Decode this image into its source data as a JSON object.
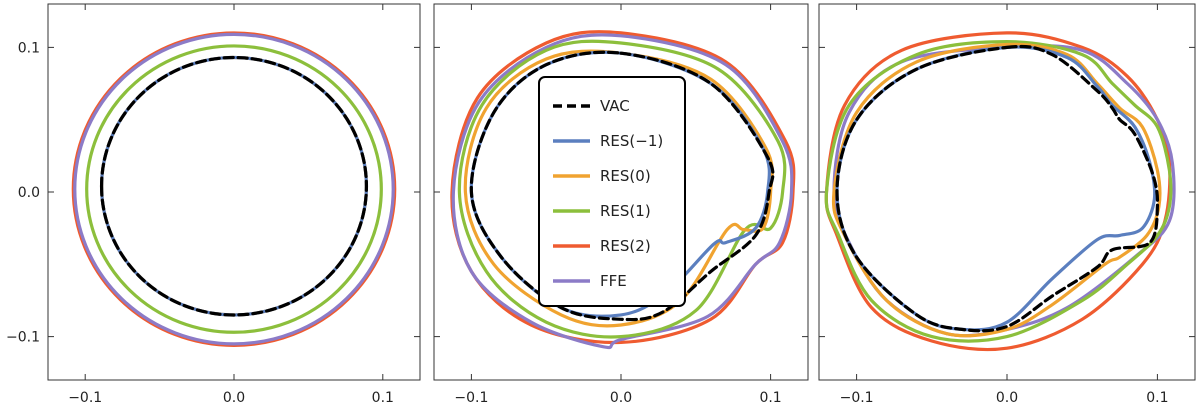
{
  "chart_data": [
    {
      "type": "line",
      "panel": "left",
      "xlim": [
        -0.125,
        0.125
      ],
      "ylim": [
        -0.13,
        0.13
      ],
      "xticks": [
        "-0.1",
        "0.0",
        "0.1"
      ],
      "yticks": [
        "0.1",
        "0.0",
        "-0.1"
      ],
      "xtick_values": [
        -0.1,
        0.0,
        0.1
      ],
      "ytick_values": [
        0.1,
        0.0,
        -0.1
      ],
      "grid": false,
      "legend": "none",
      "series": [
        {
          "name": "VAC",
          "color": "#000000",
          "dash": true,
          "center": [
            0.0,
            0.004
          ],
          "radius": 0.089
        },
        {
          "name": "RES(-1)",
          "color": "#5b7fbf",
          "center": [
            0.0,
            0.004
          ],
          "radius": 0.089
        },
        {
          "name": "RES(0)",
          "color": "#f0a330",
          "center": [
            0.0,
            0.004
          ],
          "radius": 0.089
        },
        {
          "name": "RES(1)",
          "color": "#8cbf3c",
          "center": [
            0.0,
            0.002
          ],
          "radius": 0.099
        },
        {
          "name": "RES(2)",
          "color": "#ef5b30",
          "center": [
            0.0,
            0.002
          ],
          "radius": 0.108
        },
        {
          "name": "FFE",
          "color": "#8c7bc7",
          "center": [
            0.0,
            0.002
          ],
          "radius": 0.107
        }
      ]
    },
    {
      "type": "line",
      "panel": "middle",
      "xlim": [
        -0.125,
        0.125
      ],
      "ylim": [
        -0.13,
        0.13
      ],
      "xticks": [
        "-0.1",
        "0.0",
        "0.1"
      ],
      "xtick_values": [
        -0.1,
        0.0,
        0.1
      ],
      "grid": false,
      "legend": "center",
      "legend_entries": [
        "VAC",
        "RES(−1)",
        "RES(0)",
        "RES(1)",
        "RES(2)",
        "FFE"
      ],
      "series": [
        {
          "name": "VAC",
          "color": "#000000",
          "dash": true,
          "points": [
            [
              0.0,
              0.096
            ],
            [
              0.06,
              0.075
            ],
            [
              0.098,
              0.024
            ],
            [
              0.099,
              0.0
            ],
            [
              0.09,
              -0.03
            ],
            [
              0.06,
              -0.055
            ],
            [
              0.028,
              -0.083
            ],
            [
              0.0,
              -0.088
            ],
            [
              -0.04,
              -0.08
            ],
            [
              -0.08,
              -0.045
            ],
            [
              -0.1,
              0.0
            ],
            [
              -0.085,
              0.055
            ],
            [
              -0.05,
              0.088
            ],
            [
              0.0,
              0.096
            ]
          ]
        },
        {
          "name": "RES(−1)",
          "color": "#5b7fbf",
          "points": [
            [
              0.0,
              0.096
            ],
            [
              0.06,
              0.075
            ],
            [
              0.095,
              0.03
            ],
            [
              0.098,
              0.0
            ],
            [
              0.09,
              -0.025
            ],
            [
              0.07,
              -0.035
            ],
            [
              0.062,
              -0.036
            ],
            [
              0.03,
              -0.07
            ],
            [
              0.0,
              -0.085
            ],
            [
              -0.04,
              -0.08
            ],
            [
              -0.08,
              -0.045
            ],
            [
              -0.1,
              0.0
            ],
            [
              -0.085,
              0.055
            ],
            [
              -0.05,
              0.088
            ],
            [
              0.0,
              0.096
            ]
          ]
        },
        {
          "name": "RES(0)",
          "color": "#f0a330",
          "points": [
            [
              0.0,
              0.096
            ],
            [
              0.06,
              0.078
            ],
            [
              0.097,
              0.03
            ],
            [
              0.1,
              0.0
            ],
            [
              0.095,
              -0.025
            ],
            [
              0.082,
              -0.026
            ],
            [
              0.071,
              -0.026
            ],
            [
              0.04,
              -0.075
            ],
            [
              0.0,
              -0.092
            ],
            [
              -0.04,
              -0.085
            ],
            [
              -0.085,
              -0.05
            ],
            [
              -0.104,
              0.0
            ],
            [
              -0.09,
              0.058
            ],
            [
              -0.05,
              0.092
            ],
            [
              0.0,
              0.096
            ]
          ]
        },
        {
          "name": "RES(1)",
          "color": "#8cbf3c",
          "points": [
            [
              0.0,
              0.103
            ],
            [
              0.065,
              0.085
            ],
            [
              0.105,
              0.035
            ],
            [
              0.108,
              0.0
            ],
            [
              0.1,
              -0.025
            ],
            [
              0.083,
              -0.026
            ],
            [
              0.05,
              -0.082
            ],
            [
              0.0,
              -0.1
            ],
            [
              -0.05,
              -0.09
            ],
            [
              -0.09,
              -0.055
            ],
            [
              -0.108,
              0.0
            ],
            [
              -0.093,
              0.06
            ],
            [
              -0.05,
              0.098
            ],
            [
              0.0,
              0.103
            ]
          ]
        },
        {
          "name": "RES(2)",
          "color": "#ef5b30",
          "points": [
            [
              0.0,
              0.11
            ],
            [
              0.07,
              0.09
            ],
            [
              0.11,
              0.035
            ],
            [
              0.115,
              0.0
            ],
            [
              0.108,
              -0.035
            ],
            [
              0.09,
              -0.05
            ],
            [
              0.06,
              -0.088
            ],
            [
              0.0,
              -0.104
            ],
            [
              -0.06,
              -0.092
            ],
            [
              -0.1,
              -0.055
            ],
            [
              -0.113,
              0.0
            ],
            [
              -0.096,
              0.065
            ],
            [
              -0.05,
              0.103
            ],
            [
              0.0,
              0.11
            ]
          ]
        },
        {
          "name": "FFE",
          "color": "#8c7bc7",
          "points": [
            [
              0.0,
              0.108
            ],
            [
              0.07,
              0.088
            ],
            [
              0.108,
              0.035
            ],
            [
              0.114,
              0.0
            ],
            [
              0.106,
              -0.035
            ],
            [
              0.09,
              -0.05
            ],
            [
              0.058,
              -0.086
            ],
            [
              0.0,
              -0.102
            ],
            [
              -0.012,
              -0.107
            ],
            [
              -0.06,
              -0.09
            ],
            [
              -0.1,
              -0.055
            ],
            [
              -0.112,
              0.0
            ],
            [
              -0.095,
              0.062
            ],
            [
              -0.05,
              0.1
            ],
            [
              0.0,
              0.108
            ]
          ]
        }
      ]
    },
    {
      "type": "line",
      "panel": "right",
      "xlim": [
        -0.125,
        0.125
      ],
      "ylim": [
        -0.13,
        0.13
      ],
      "xticks": [
        "-0.1",
        "0.0",
        "0.1"
      ],
      "xtick_values": [
        -0.1,
        0.0,
        0.1
      ],
      "grid": false,
      "legend": "none",
      "series": [
        {
          "name": "VAC",
          "color": "#000000",
          "dash": true,
          "points": [
            [
              0.0,
              0.1
            ],
            [
              0.03,
              0.095
            ],
            [
              0.06,
              0.07
            ],
            [
              0.07,
              0.058
            ],
            [
              0.075,
              0.05
            ],
            [
              0.085,
              0.04
            ],
            [
              0.097,
              0.012
            ],
            [
              0.1,
              -0.01
            ],
            [
              0.095,
              -0.035
            ],
            [
              0.07,
              -0.04
            ],
            [
              0.06,
              -0.052
            ],
            [
              0.03,
              -0.072
            ],
            [
              0.0,
              -0.093
            ],
            [
              -0.03,
              -0.095
            ],
            [
              -0.06,
              -0.085
            ],
            [
              -0.1,
              -0.045
            ],
            [
              -0.113,
              0.0
            ],
            [
              -0.1,
              0.05
            ],
            [
              -0.06,
              0.085
            ],
            [
              0.0,
              0.1
            ]
          ]
        },
        {
          "name": "RES(−1)",
          "color": "#5b7fbf",
          "points": [
            [
              0.0,
              0.1
            ],
            [
              0.04,
              0.093
            ],
            [
              0.06,
              0.073
            ],
            [
              0.07,
              0.06
            ],
            [
              0.085,
              0.045
            ],
            [
              0.095,
              0.02
            ],
            [
              0.098,
              -0.005
            ],
            [
              0.09,
              -0.025
            ],
            [
              0.075,
              -0.03
            ],
            [
              0.06,
              -0.033
            ],
            [
              0.03,
              -0.06
            ],
            [
              0.0,
              -0.09
            ],
            [
              -0.03,
              -0.095
            ],
            [
              -0.06,
              -0.085
            ],
            [
              -0.1,
              -0.045
            ],
            [
              -0.113,
              0.0
            ],
            [
              -0.1,
              0.05
            ],
            [
              -0.06,
              0.085
            ],
            [
              0.0,
              0.1
            ]
          ]
        },
        {
          "name": "RES(0)",
          "color": "#f0a330",
          "points": [
            [
              0.0,
              0.102
            ],
            [
              0.04,
              0.095
            ],
            [
              0.06,
              0.075
            ],
            [
              0.075,
              0.058
            ],
            [
              0.09,
              0.045
            ],
            [
              0.1,
              0.015
            ],
            [
              0.101,
              -0.01
            ],
            [
              0.093,
              -0.03
            ],
            [
              0.075,
              -0.045
            ],
            [
              0.065,
              -0.05
            ],
            [
              0.03,
              -0.078
            ],
            [
              0.0,
              -0.095
            ],
            [
              -0.04,
              -0.098
            ],
            [
              -0.08,
              -0.075
            ],
            [
              -0.108,
              -0.03
            ],
            [
              -0.115,
              0.0
            ],
            [
              -0.1,
              0.055
            ],
            [
              -0.06,
              0.09
            ],
            [
              0.0,
              0.102
            ]
          ]
        },
        {
          "name": "RES(1)",
          "color": "#8cbf3c",
          "points": [
            [
              0.0,
              0.104
            ],
            [
              0.05,
              0.095
            ],
            [
              0.07,
              0.075
            ],
            [
              0.085,
              0.06
            ],
            [
              0.1,
              0.045
            ],
            [
              0.108,
              0.015
            ],
            [
              0.108,
              -0.01
            ],
            [
              0.1,
              -0.03
            ],
            [
              0.08,
              -0.05
            ],
            [
              0.05,
              -0.075
            ],
            [
              0.0,
              -0.1
            ],
            [
              -0.05,
              -0.1
            ],
            [
              -0.09,
              -0.075
            ],
            [
              -0.112,
              -0.03
            ],
            [
              -0.12,
              0.0
            ],
            [
              -0.105,
              0.06
            ],
            [
              -0.06,
              0.095
            ],
            [
              0.0,
              0.104
            ]
          ]
        },
        {
          "name": "RES(2)",
          "color": "#ef5b30",
          "points": [
            [
              0.0,
              0.11
            ],
            [
              0.05,
              0.1
            ],
            [
              0.08,
              0.08
            ],
            [
              0.1,
              0.05
            ],
            [
              0.108,
              0.02
            ],
            [
              0.105,
              -0.02
            ],
            [
              0.09,
              -0.05
            ],
            [
              0.05,
              -0.088
            ],
            [
              0.0,
              -0.108
            ],
            [
              -0.05,
              -0.103
            ],
            [
              -0.09,
              -0.08
            ],
            [
              -0.113,
              -0.03
            ],
            [
              -0.12,
              0.0
            ],
            [
              -0.108,
              0.06
            ],
            [
              -0.07,
              0.098
            ],
            [
              0.0,
              0.11
            ]
          ]
        },
        {
          "name": "FFE",
          "color": "#8c7bc7",
          "points": [
            [
              0.0,
              0.1
            ],
            [
              0.05,
              0.098
            ],
            [
              0.08,
              0.075
            ],
            [
              0.1,
              0.05
            ],
            [
              0.11,
              0.02
            ],
            [
              0.108,
              -0.02
            ],
            [
              0.085,
              -0.045
            ],
            [
              0.04,
              -0.08
            ],
            [
              0.0,
              -0.095
            ],
            [
              -0.04,
              -0.098
            ],
            [
              -0.08,
              -0.075
            ],
            [
              -0.105,
              -0.035
            ],
            [
              -0.115,
              0.0
            ],
            [
              -0.105,
              0.055
            ],
            [
              -0.07,
              0.09
            ],
            [
              0.0,
              0.1
            ]
          ]
        }
      ]
    }
  ]
}
